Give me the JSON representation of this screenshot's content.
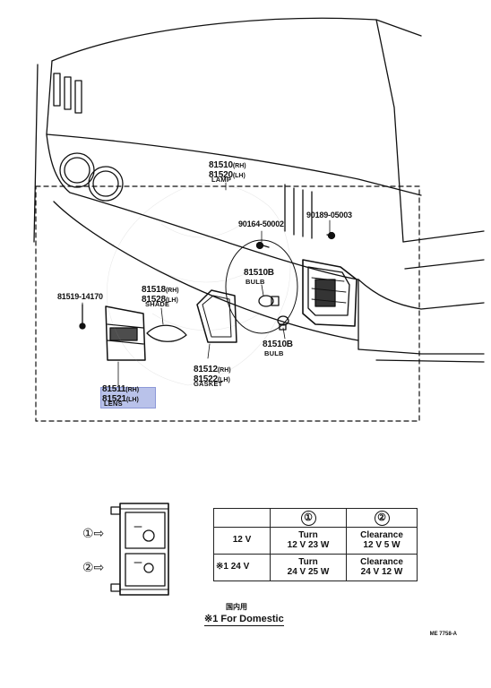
{
  "parts": {
    "lamp": {
      "num_rh": "81510",
      "sfx_rh": "(RH)",
      "num_lh": "81520",
      "sfx_lh": "(LH)",
      "name": "LAMP"
    },
    "screw1": {
      "num": "90164-50002"
    },
    "screw2": {
      "num": "90189-05003"
    },
    "bulb_top": {
      "num": "81510B",
      "name": "BULB"
    },
    "bulb_bot": {
      "num": "81510B",
      "name": "BULB"
    },
    "shade": {
      "num_rh": "81518",
      "sfx_rh": "(RH)",
      "num_lh": "81528",
      "sfx_lh": "(LH)",
      "name": "SHADE"
    },
    "screw3": {
      "num": "81519-14170"
    },
    "gasket": {
      "num_rh": "81512",
      "sfx_rh": "(RH)",
      "num_lh": "81522",
      "sfx_lh": "(LH)",
      "name": "GASKET"
    },
    "lens": {
      "num_rh": "81511",
      "sfx_rh": "(RH)",
      "num_lh": "81521",
      "sfx_lh": "(LH)",
      "name": "LENS"
    }
  },
  "legend": {
    "arrow1": "①⇨",
    "arrow2": "②⇨"
  },
  "spec_table": {
    "headers": [
      "",
      "①",
      "②"
    ],
    "rows": [
      {
        "voltage": "12 V",
        "marker": "",
        "turn_1": "Turn",
        "turn_2": "12 V 23 W",
        "clr_1": "Clearance",
        "clr_2": "12 V 5 W"
      },
      {
        "voltage": "24 V",
        "marker": "※1",
        "turn_1": "Turn",
        "turn_2": "24 V 25 W",
        "clr_1": "Clearance",
        "clr_2": "24 V 12 W"
      }
    ]
  },
  "footnote": {
    "jp": "国内用",
    "en": "※1 For Domestic"
  },
  "ref_code": "ME 7758-A"
}
